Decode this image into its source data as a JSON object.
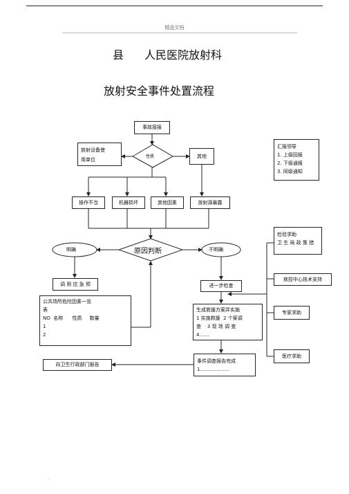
{
  "header": {
    "text": "精品文档"
  },
  "title": {
    "part1": "县",
    "part2": "人民医院放射科",
    "line2": "放射安全事件处置流程"
  },
  "nodes": {
    "accident_report": "事故接报",
    "equipment_unit_l1": "放射设备使",
    "equipment_unit_l2": "用单位",
    "nature": "性质",
    "other": "其他",
    "report_l1": "汇报领导",
    "report_l2": "1.  上级回报",
    "report_l3": "2.  下级通报",
    "report_l4": "3.  同级通知",
    "cause1": "操作不当",
    "cause2": "机器损坏",
    "cause3": "其他因素",
    "cause4": "放射源暴露",
    "cause_judgment": "原因判断",
    "clear": "明确",
    "unclear": "不明确",
    "apply_plan": "调 用 应 急 预",
    "further_check": "进一步检查",
    "hazard_l1": "公共场所危险因素一览",
    "hazard_l2": "表",
    "hazard_l3": "NO  名称      性质     数量",
    "hazard_l4": "1",
    "hazard_l5": "2",
    "rescue_l1": "生成救援方案并实施",
    "rescue_l2": "1 实施救援  2 个案调",
    "rescue_l3": "查    3 现 场 调 查",
    "rescue_l4": "4……",
    "final_report_l1": "事件调查报告完成",
    "final_report_l2": "1………………",
    "report_health": "向卫生行政部门报告",
    "inspect_l1": "检验求助",
    "inspect_l2": "卫 生 局 政 策 措",
    "cdc_support": "疾控中心技术支持",
    "expert_help": "专家求助",
    "medical_help": "医疗求助"
  },
  "footer": {
    "mark": "."
  }
}
